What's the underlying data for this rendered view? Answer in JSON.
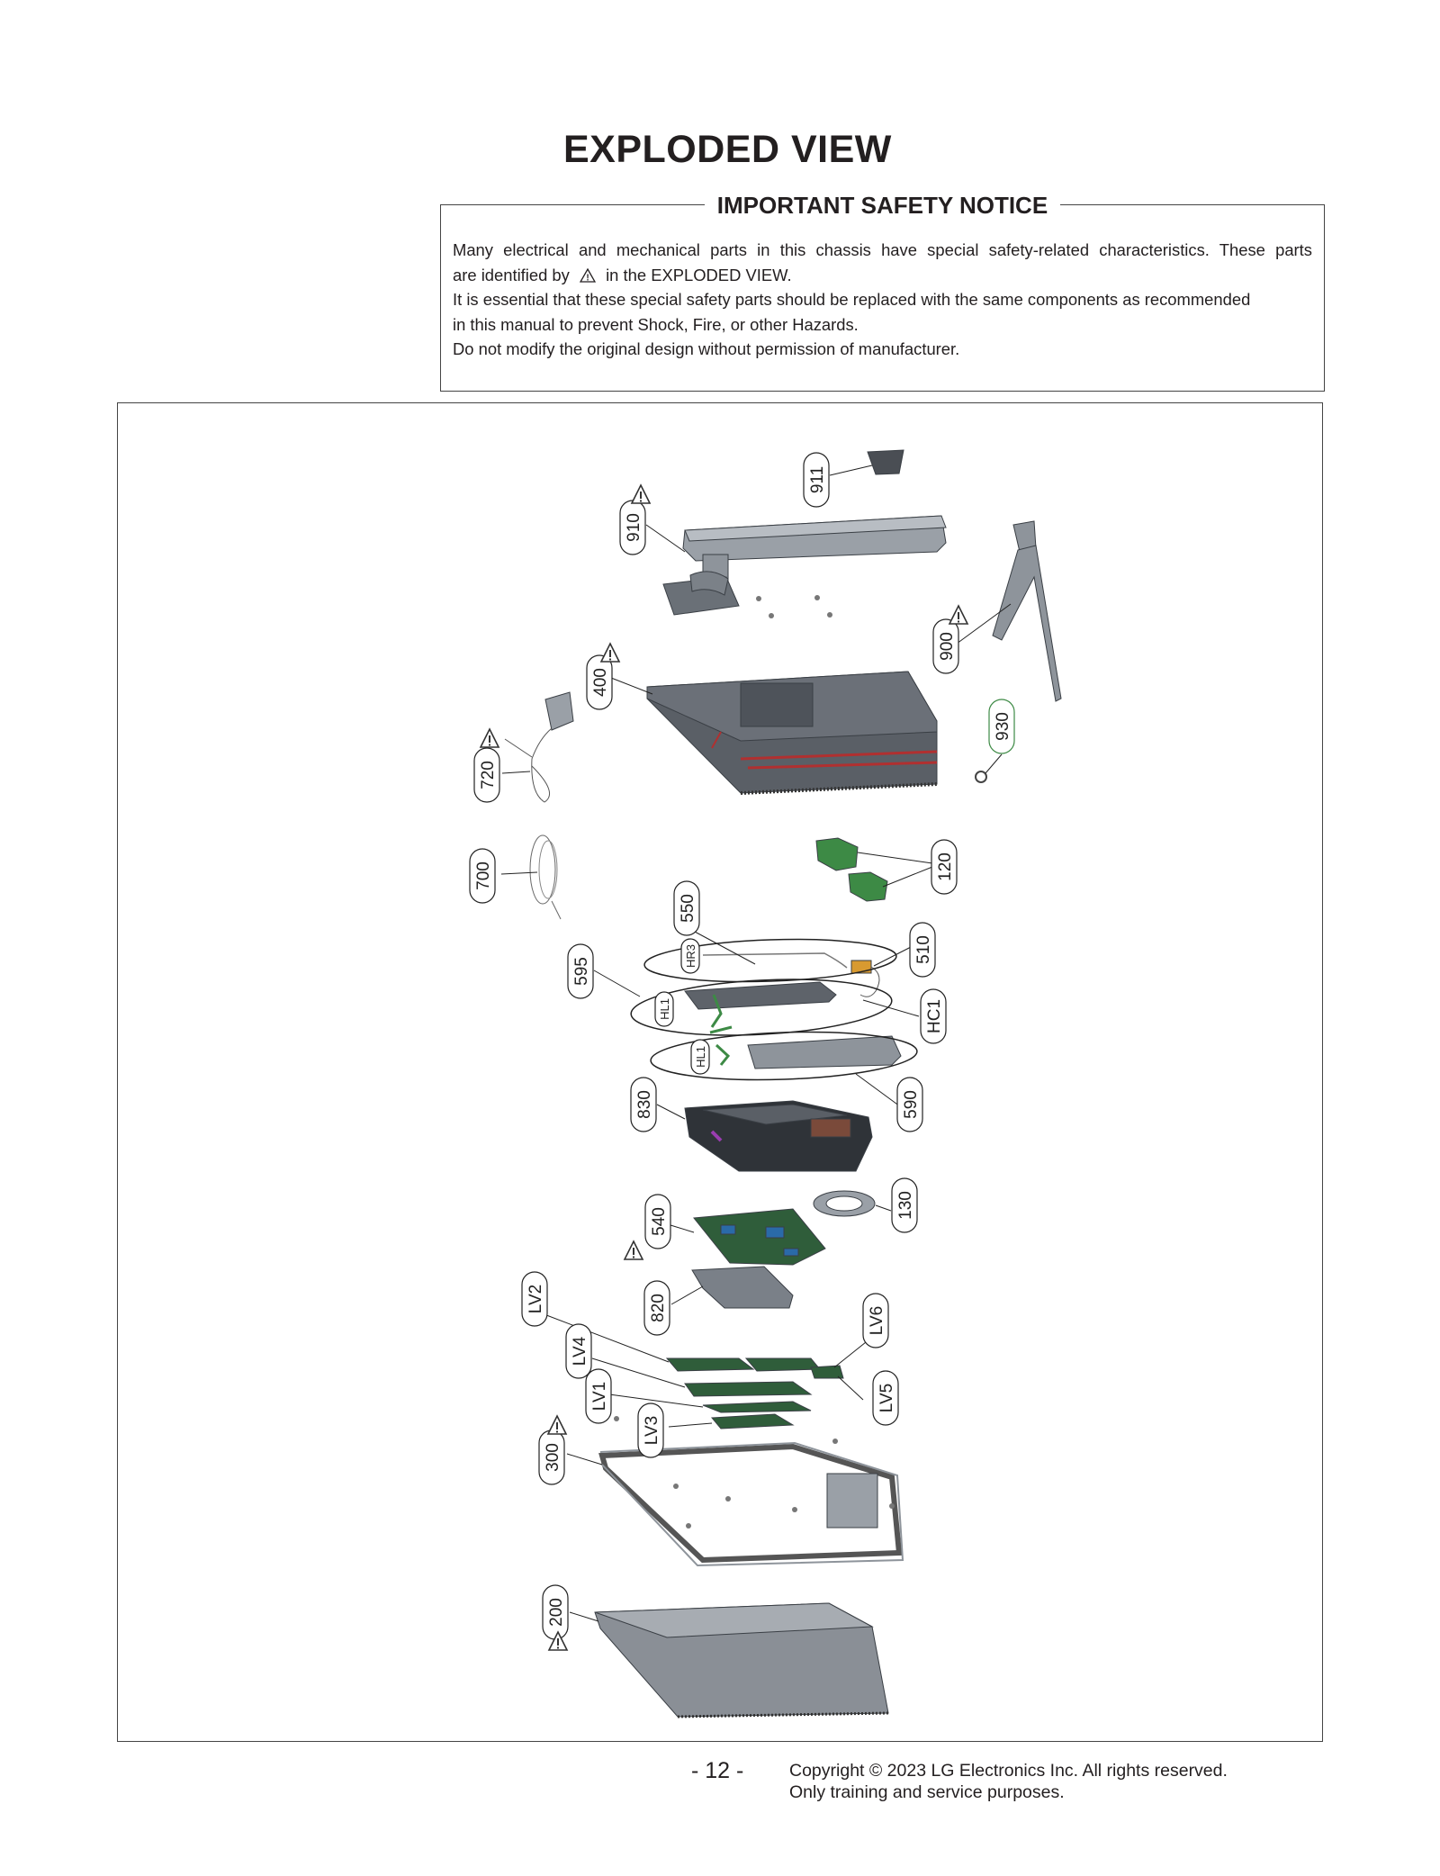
{
  "page": {
    "title": "EXPLODED VIEW",
    "notice": {
      "heading": "IMPORTANT SAFETY NOTICE",
      "line1": "Many electrical and mechanical parts in this chassis have special safety-related characteristics. These parts",
      "line2_pre": "are identified by",
      "line2_post": "in the EXPLODED VIEW.",
      "line3": "It is essential that these special safety parts should be replaced with the same components as recommended",
      "line4": "in this manual to prevent Shock, Fire, or other Hazards.",
      "line5": "Do not modify the original design without permission of manufacturer."
    },
    "footer": {
      "page_number": "- 12 -",
      "copyright": "Copyright © 2023 LG Electronics Inc. All rights reserved.",
      "usage": "Only training and service purposes."
    }
  },
  "parts": [
    {
      "id": "p911",
      "label": "911",
      "safety": false
    },
    {
      "id": "p910",
      "label": "910",
      "safety": true
    },
    {
      "id": "p900",
      "label": "900",
      "safety": true
    },
    {
      "id": "p400",
      "label": "400",
      "safety": true
    },
    {
      "id": "p930",
      "label": "930",
      "safety": false
    },
    {
      "id": "p720",
      "label": "720",
      "safety": true
    },
    {
      "id": "p700",
      "label": "700",
      "safety": false
    },
    {
      "id": "p120",
      "label": "120",
      "safety": false
    },
    {
      "id": "p550",
      "label": "550",
      "safety": false
    },
    {
      "id": "p510",
      "label": "510",
      "safety": false
    },
    {
      "id": "p595",
      "label": "595",
      "safety": false
    },
    {
      "id": "pHC1",
      "label": "HC1",
      "safety": false
    },
    {
      "id": "pHR3",
      "label": "HR3",
      "safety": false
    },
    {
      "id": "pHL1a",
      "label": "HL1",
      "safety": false
    },
    {
      "id": "pHL1b",
      "label": "HL1",
      "safety": false
    },
    {
      "id": "p590",
      "label": "590",
      "safety": false
    },
    {
      "id": "p830",
      "label": "830",
      "safety": false
    },
    {
      "id": "p130",
      "label": "130",
      "safety": false
    },
    {
      "id": "p540",
      "label": "540",
      "safety": true
    },
    {
      "id": "p820",
      "label": "820",
      "safety": false
    },
    {
      "id": "pLV2",
      "label": "LV2",
      "safety": false
    },
    {
      "id": "pLV6",
      "label": "LV6",
      "safety": false
    },
    {
      "id": "pLV4",
      "label": "LV4",
      "safety": false
    },
    {
      "id": "pLV1",
      "label": "LV1",
      "safety": false
    },
    {
      "id": "pLV5",
      "label": "LV5",
      "safety": false
    },
    {
      "id": "pLV3",
      "label": "LV3",
      "safety": false
    },
    {
      "id": "p300",
      "label": "300",
      "safety": true
    },
    {
      "id": "p200",
      "label": "200",
      "safety": true
    }
  ],
  "colors": {
    "part_gray": "#8e949b",
    "part_dark": "#4f545a",
    "board_green": "#3d8a45",
    "accent_red": "#b03030"
  }
}
